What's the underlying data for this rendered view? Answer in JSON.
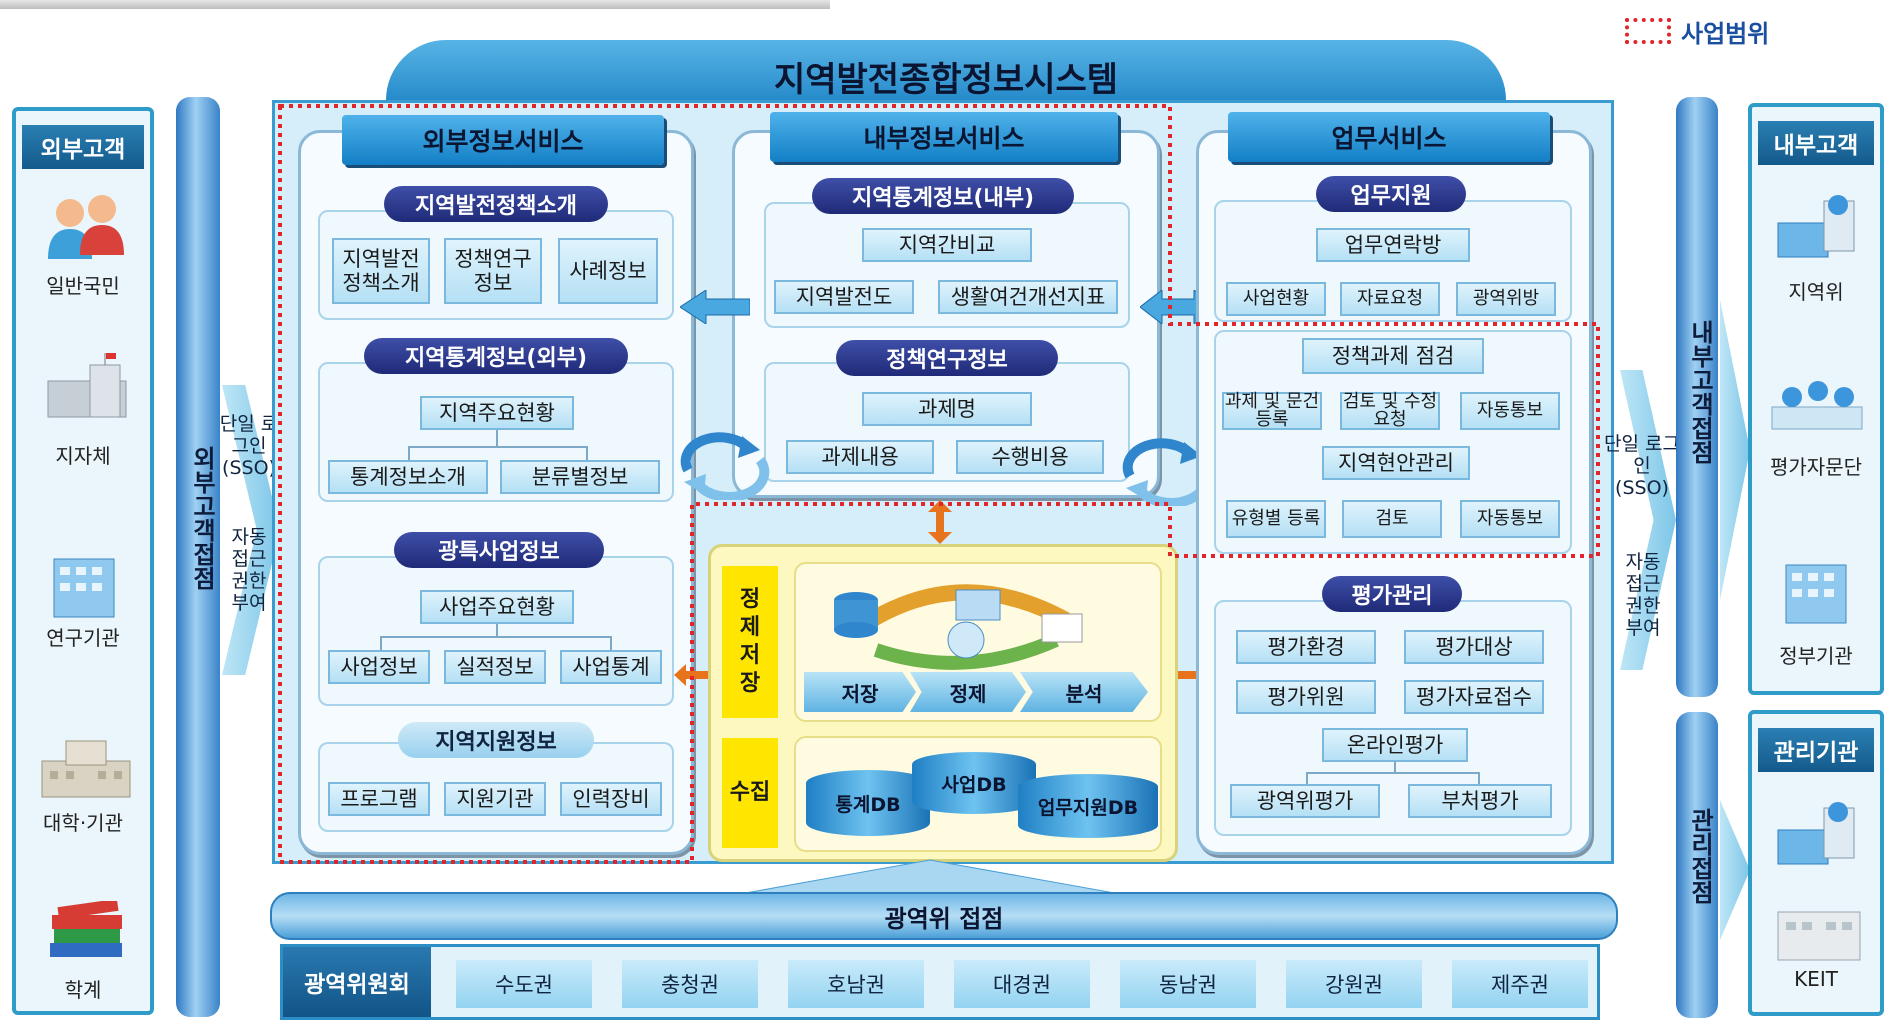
{
  "legend": {
    "label": "사업범위"
  },
  "system_title": "지역발전종합정보시스템",
  "external_customers": {
    "header": "외부고객",
    "items": [
      "일반국민",
      "지자체",
      "연구기관",
      "대학·기관",
      "학계"
    ]
  },
  "external_contact": {
    "label": "외부고객접점",
    "sso": "단일 로그인 (SSO)",
    "auto": "자동 접근 권한 부여"
  },
  "internal_contact": {
    "label": "내부고객접점",
    "sso": "단일 로그인 (SSO)",
    "auto": "자동 접근 권한 부여"
  },
  "management_contact": {
    "label": "관리접점"
  },
  "internal_customers": {
    "header": "내부고객",
    "items": [
      "지역위",
      "평가자문단",
      "정부기관"
    ]
  },
  "management_org": {
    "header": "관리기관",
    "items": [
      "KEIT"
    ]
  },
  "external_service": {
    "title": "외부정보서비스",
    "groups": [
      {
        "title": "지역발전정책소개",
        "items": [
          "지역발전 정책소개",
          "정책연구 정보",
          "사례정보"
        ]
      },
      {
        "title": "지역통계정보(외부)",
        "root": "지역주요현황",
        "items": [
          "통계정보소개",
          "분류별정보"
        ]
      },
      {
        "title": "광특사업정보",
        "root": "사업주요현황",
        "items": [
          "사업정보",
          "실적정보",
          "사업통계"
        ]
      },
      {
        "title": "지역지원정보",
        "items": [
          "프로그램",
          "지원기관",
          "인력장비"
        ]
      }
    ]
  },
  "internal_service": {
    "title": "내부정보서비스",
    "groups": [
      {
        "title": "지역통계정보(내부)",
        "root": "지역간비교",
        "items": [
          "지역발전도",
          "생활여건개선지표"
        ]
      },
      {
        "title": "정책연구정보",
        "root": "과제명",
        "items": [
          "과제내용",
          "수행비용"
        ]
      }
    ]
  },
  "work_service": {
    "title": "업무서비스",
    "support": {
      "title": "업무지원",
      "root": "업무연락방",
      "items": [
        "사업현황",
        "자료요청",
        "광역위방"
      ]
    },
    "policy_check": {
      "title": "정책과제 점검",
      "items": [
        "과제 및 문건등록",
        "검토 및 수정요청",
        "자동통보"
      ]
    },
    "regional": {
      "title": "지역현안관리",
      "items": [
        "유형별 등록",
        "검토",
        "자동통보"
      ]
    },
    "evaluation": {
      "title": "평가관리",
      "items": [
        "평가환경",
        "평가대상",
        "평가위원",
        "평가자료접수"
      ],
      "root": "온라인평가",
      "leaves": [
        "광역위평가",
        "부처평가"
      ]
    }
  },
  "database": {
    "refine_label": "정제 저장",
    "collect_label": "수집",
    "flow": [
      "저장",
      "정제",
      "분석"
    ],
    "dbs": [
      "통계DB",
      "사업DB",
      "업무지원DB"
    ]
  },
  "bus": {
    "label": "광역위 접점"
  },
  "regions": {
    "header": "광역위원회",
    "items": [
      "수도권",
      "충청권",
      "호남권",
      "대경권",
      "동남권",
      "강원권",
      "제주권"
    ]
  }
}
